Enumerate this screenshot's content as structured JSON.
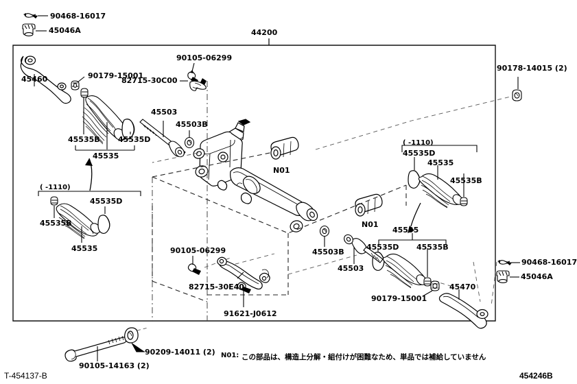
{
  "document": {
    "drawing_number": "T-454137-B",
    "figure_id": "454246B",
    "assembly_number": "44200"
  },
  "note": {
    "tag": "N01:",
    "text": "この部品は、構造上分解・組付けが困難なため、単品では補給していません"
  },
  "callouts": {
    "top_left_clip": "90468-16017",
    "top_left_boot": "45046A",
    "left_tie_rod_end": "45460",
    "left_nut": "90179-15001",
    "left_boot_clamp_b": "45535B",
    "left_boot_clamp_d": "45535D",
    "left_boot": "45535",
    "left_inner_rod": "45503",
    "left_washer": "45503B",
    "bolt_upper": "90105-06299",
    "bracket_upper": "82715-30C00",
    "assembly": "44200",
    "right_top_nut": "90178-14015 (2)",
    "lower_left_range": "(      -1110)",
    "lower_left_clamp_d": "45535D",
    "lower_left_clamp_b": "45535B",
    "lower_left_boot": "45535",
    "center_n01_upper": "N01",
    "center_n01_lower": "N01",
    "right_range": "(      -1110)",
    "right_clamp_d_top": "45535D",
    "right_boot_top": "45535",
    "right_clamp_b_top": "45535B",
    "right_boot_lower": "45535",
    "right_clamp_d_lower": "45535D",
    "right_clamp_b_lower": "45535B",
    "right_inner_rod": "45503",
    "right_washer": "45503B",
    "right_nut": "90179-15001",
    "right_tie_rod_end": "45470",
    "bottom_right_clip": "90468-16017",
    "bottom_right_boot": "45046A",
    "bolt_lower": "90105-06299",
    "bracket_lower": "82715-30E40",
    "bolt_small": "91621-J0612",
    "bolt_long": "90105-14163 (2)",
    "washer_long": "90209-14011 (2)"
  },
  "colors": {
    "ink": "#000000",
    "paper": "#ffffff",
    "frame": "#1a1a1a"
  }
}
